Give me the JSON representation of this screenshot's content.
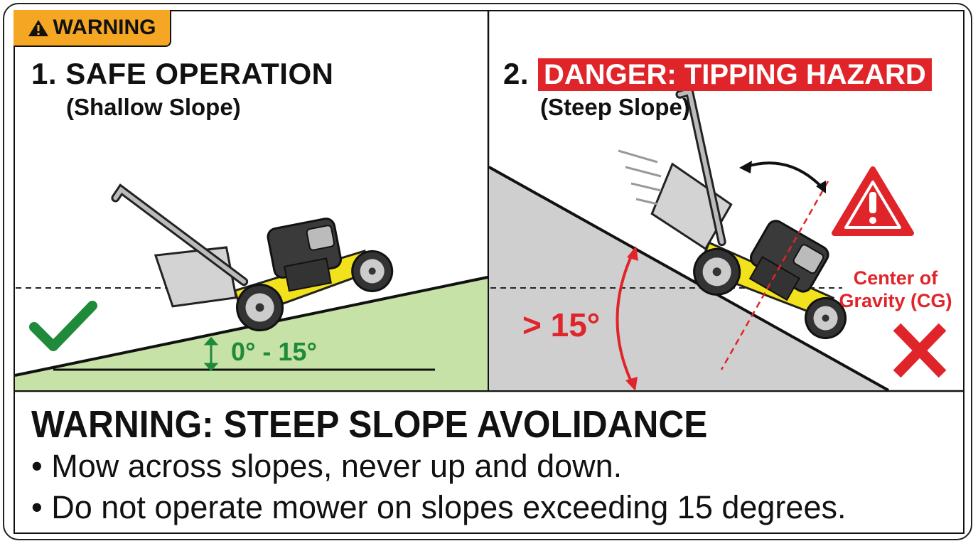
{
  "badge": {
    "icon": "warning-triangle-icon",
    "label": "WARNING"
  },
  "left_panel": {
    "title": "1. SAFE OPERATION",
    "subtitle": "(Shallow Slope)",
    "angle_label": "0° - 15°",
    "status_icon": "check-mark-icon"
  },
  "right_panel": {
    "number": "2.",
    "title": "DANGER: TIPPING HAZARD",
    "subtitle": "(Steep Slope)",
    "angle_label": "> 15°",
    "cg_label_line1": "Center of",
    "cg_label_line2": "Gravity (CG)",
    "status_icon": "x-mark-icon"
  },
  "footer": {
    "title": "WARNING: STEEP SLOPE AVOLIDANCE",
    "bullets": [
      "• Mow across slopes, never up and down.",
      "• Do not operate mower on slopes exceeding 15 degrees."
    ]
  },
  "colors": {
    "warning": "#f5a623",
    "danger": "#e0252a",
    "safe": "#1e8a3a",
    "grass": "#c6e2a6",
    "slope_gray": "#cfcfcf",
    "mower_yellow": "#f2e21c"
  }
}
